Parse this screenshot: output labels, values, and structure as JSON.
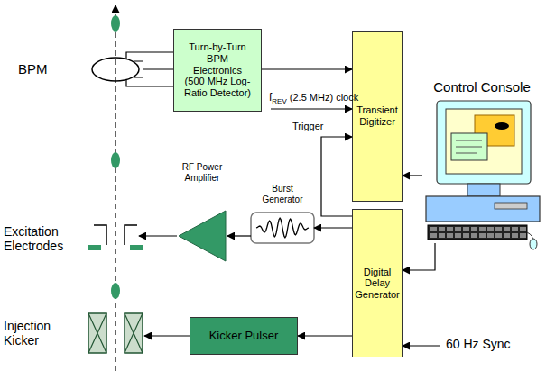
{
  "diagram": {
    "nodes": [
      {
        "text": [
          "BPM"
        ]
      },
      {
        "text": [
          "Turn-by-Turn BPM Electronics (500 MHz Log-Ratio Detector)"
        ]
      },
      {
        "text": [
          "Transient Digitizer"
        ]
      },
      {
        "text": [
          "Control Console"
        ]
      },
      {
        "text": [
          "RF Power Amplifier"
        ]
      },
      {
        "text": [
          "Burst Generator"
        ]
      },
      {
        "text": [
          "Digital Delay Generator"
        ]
      },
      {
        "text": [
          "Excitation Electrodes"
        ]
      },
      {
        "text": [
          "Injection Kicker"
        ]
      },
      {
        "text": [
          "Kicker Pulser"
        ]
      }
    ],
    "edges": [
      {
        "from": 0,
        "to": 1,
        "arrow": "none"
      },
      {
        "from": 1,
        "to": 2,
        "arrow": "to"
      },
      {
        "from": 6,
        "to": 2,
        "arrow": "to",
        "label": "Trigger"
      },
      {
        "from": 3,
        "to": 2,
        "arrow": "to"
      },
      {
        "from": 3,
        "to": 6,
        "arrow": "to"
      },
      {
        "from": 6,
        "to": 5,
        "arrow": "to"
      },
      {
        "from": 5,
        "to": 4,
        "arrow": "to"
      },
      {
        "from": 4,
        "to": 7,
        "arrow": "to"
      },
      {
        "from": 6,
        "to": 9,
        "arrow": "to"
      },
      {
        "from": 9,
        "to": 8,
        "arrow": "to"
      }
    ],
    "labels": [
      "f",
      "REV",
      "(2.5 MHz) clock",
      "60 Hz Sync"
    ]
  }
}
